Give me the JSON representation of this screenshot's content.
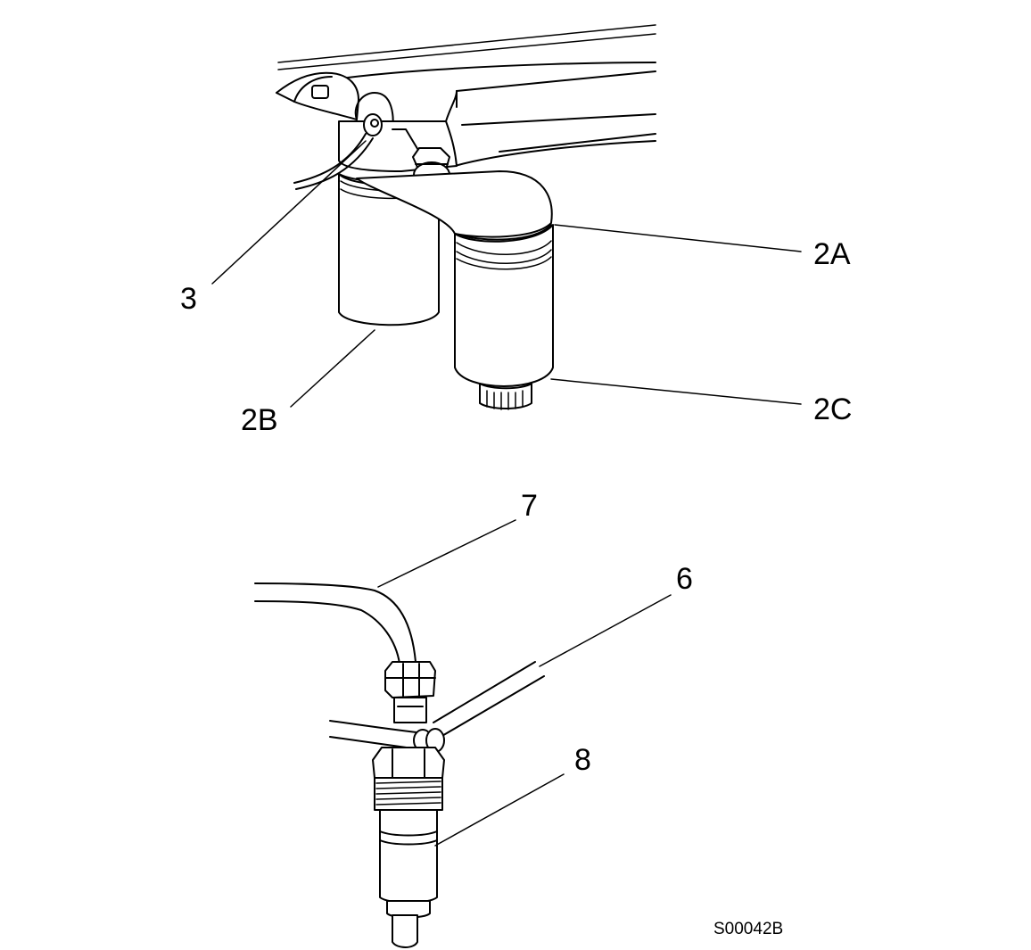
{
  "figure": {
    "code": "S00042B",
    "callouts": {
      "c2a": "2A",
      "c2b": "2B",
      "c2c": "2C",
      "c3": "3",
      "c6": "6",
      "c7": "7",
      "c8": "8"
    }
  }
}
